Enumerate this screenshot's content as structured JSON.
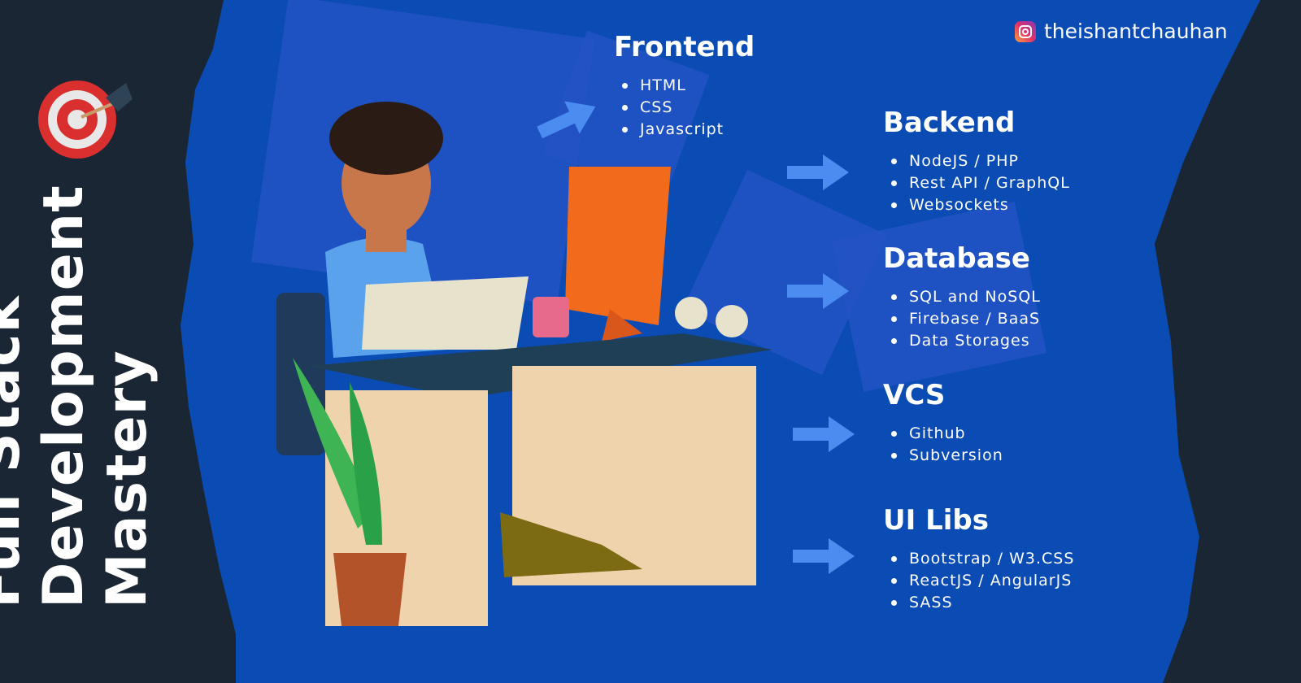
{
  "title_lines": [
    "Full Stack",
    "Development",
    "Mastery"
  ],
  "brand": {
    "icon": "instagram-icon",
    "handle": "theishantchauhan"
  },
  "sections": [
    {
      "heading": "Frontend",
      "items": [
        "HTML",
        "CSS",
        "Javascript"
      ]
    },
    {
      "heading": "Backend",
      "items": [
        "NodeJS / PHP",
        "Rest API / GraphQL",
        "Websockets"
      ]
    },
    {
      "heading": "Database",
      "items": [
        "SQL and NoSQL",
        "Firebase / BaaS",
        "Data Storages"
      ]
    },
    {
      "heading": "VCS",
      "items": [
        "Github",
        "Subversion"
      ]
    },
    {
      "heading": "UI Libs",
      "items": [
        "Bootstrap / W3.CSS",
        "ReactJS / AngularJS",
        "SASS"
      ]
    }
  ],
  "colors": {
    "background": "#0a4cb4",
    "panel": "#1b2634",
    "arrow": "#4a8cf0",
    "monitor": "#f26a1b"
  }
}
